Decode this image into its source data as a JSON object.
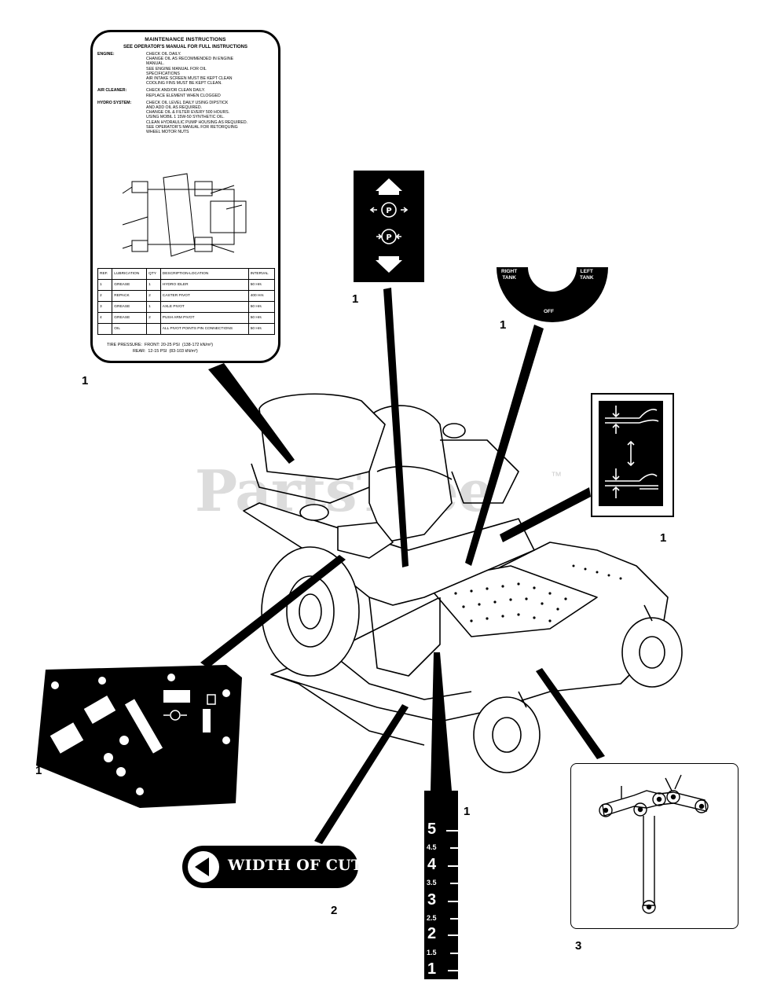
{
  "watermark": {
    "text": "PartsTree",
    "tm": "™"
  },
  "callouts": {
    "maint": "1",
    "arrows": "1",
    "fuel": "1",
    "height": "1",
    "panel": "1",
    "gauge": "1",
    "woc": "2",
    "belt": "3"
  },
  "maintenance_decal": {
    "title": "MAINTENANCE INSTRUCTIONS",
    "subtitle": "SEE OPERATOR'S MANUAL FOR FULL INSTRUCTIONS",
    "sections": [
      {
        "key": "ENGINE:",
        "text": "CHECK OIL DAILY.\nCHANGE OIL AS RECOMMENDED IN ENGINE\n    MANUAL.\nSEE ENGINE MANUAL FOR OIL\n    SPECIFICATIONS\nAIR INTAKE SCREEN MUST BE KEPT CLEAN\nCOOLING FINS MUST BE KEPT CLEAN."
      },
      {
        "key": "AIR CLEANER:",
        "text": "CHECK AND/OR CLEAN DAILY.\nREPLACE ELEMENT WHEN CLOGGED"
      },
      {
        "key": "HYDRO SYSTEM:",
        "text": "CHECK OIL LEVEL DAILY USING DIPSTICK\n  AND ADD OIL AS REQUIRED.\nCHANGE OIL & FILTER EVERY 500 HOURS.\n  USING MOBIL 1 15W-50 SYNTHETIC OIL.\nCLEAN HYDRAULIC PUMP HOUSING AS REQUIRED.\nSEE OPERATOR'S MANUAL FOR RETORQUING\n  WHEEL MOTOR NUTS"
      }
    ],
    "table_headers": [
      "REF.",
      "LUBRICATION",
      "QTY",
      "DESCRIPTION-LOCATION",
      "INTERVAL"
    ],
    "table_rows": [
      [
        "1",
        "GREASE",
        "1",
        "HYDRO IDLER",
        "50 Hrs"
      ],
      [
        "2",
        "REPACK",
        "2",
        "CASTER PIVOT",
        "400 Hrs"
      ],
      [
        "3",
        "GREASE",
        "1",
        "AXLE PIVOT",
        "50 Hrs"
      ],
      [
        "4",
        "GREASE",
        "2",
        "PUSH ARM PIVOT",
        "50 Hrs"
      ],
      [
        "",
        "OIL",
        "",
        "ALL PIVOT POINTS PIN CONNECTIONS",
        "50 Hrs"
      ]
    ],
    "tire_pressure": "TIRE PRESSURE:  FRONT: 20-25 PSI  (138-172 kN/m²)\n                      REAR:  12-15 PSI  (83-103 kN/m²)"
  },
  "fuel_decal": {
    "left": "RIGHT\nTANK",
    "right": "LEFT\nTANK",
    "bottom": "OFF"
  },
  "width_of_cut": {
    "label": "WIDTH OF CUT"
  },
  "cut_gauge": {
    "major": [
      "5",
      "4",
      "3",
      "2",
      "1"
    ],
    "minor": [
      "4.5",
      "3.5",
      "2.5",
      "1.5"
    ]
  }
}
